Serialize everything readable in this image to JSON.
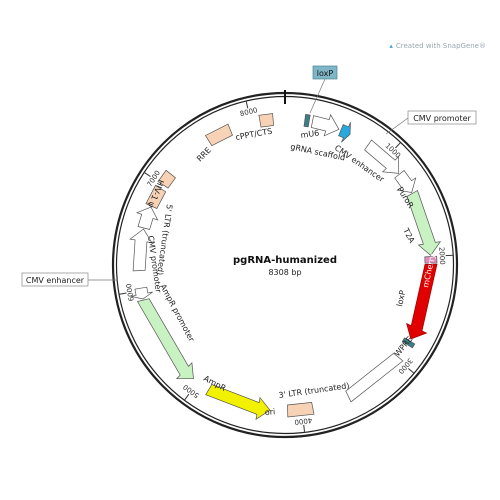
{
  "credit": {
    "prefix": "Created with ",
    "brand": "SnapGene",
    "mark": "®"
  },
  "plasmid": {
    "name": "pgRNA-humanized",
    "size_label": "8308 bp",
    "length_bp": 8308
  },
  "colors": {
    "backbone": "#222222",
    "orange_feature": "#f7d2b5",
    "green_feature": "#c9f2c2",
    "red_feature": "#e00000",
    "yellow_feature": "#f2f200",
    "teal_feature": "#3a7f88",
    "blue_feature": "#29a8e0",
    "pink_feature": "#e08fbd",
    "white_feature": "#ffffff",
    "label_box": "#7fb6c7"
  },
  "ticks": [
    {
      "bp": 1000,
      "label": "1000"
    },
    {
      "bp": 2000,
      "label": "2000"
    },
    {
      "bp": 3000,
      "label": "3000"
    },
    {
      "bp": 4000,
      "label": "4000"
    },
    {
      "bp": 5000,
      "label": "5000"
    },
    {
      "bp": 6000,
      "label": "6000"
    },
    {
      "bp": 7000,
      "label": "7000"
    },
    {
      "bp": 8000,
      "label": "8000"
    }
  ],
  "features": [
    {
      "name": "loxP",
      "start": 180,
      "end": 220,
      "type": "box",
      "color_key": "teal_feature"
    },
    {
      "name": "mU6",
      "start": 250,
      "end": 500,
      "type": "arrow",
      "color_key": "white_feature"
    },
    {
      "name": "gRNA scaffold",
      "start": 520,
      "end": 610,
      "type": "arrow",
      "color_key": "blue_feature"
    },
    {
      "name": "CMV enhancer",
      "start": 800,
      "end": 1180,
      "type": "arrow",
      "color_key": "white_feature"
    },
    {
      "name": "CMV promoter",
      "start": 1190,
      "end": 1390,
      "type": "arrow",
      "color_key": "white_feature"
    },
    {
      "name": "PuroR",
      "start": 1400,
      "end": 1990,
      "type": "arrow",
      "color_key": "green_feature"
    },
    {
      "name": "T2A",
      "start": 2000,
      "end": 2060,
      "type": "box",
      "color_key": "pink_feature"
    },
    {
      "name": "mCherry",
      "start": 2070,
      "end": 2780,
      "type": "arrow",
      "color_key": "red_feature"
    },
    {
      "name": "loxP",
      "start": 2800,
      "end": 2840,
      "type": "box",
      "color_key": "teal_feature"
    },
    {
      "name": "WPRE",
      "start": 2980,
      "end": 3560,
      "type": "box",
      "color_key": "white_feature"
    },
    {
      "name": "3' LTR (truncated)",
      "start": 3900,
      "end": 4130,
      "type": "box",
      "color_key": "orange_feature"
    },
    {
      "name": "ori",
      "start": 4290,
      "end": 4880,
      "type": "arrow_rev",
      "color_key": "yellow_feature"
    },
    {
      "name": "AmpR",
      "start": 5050,
      "end": 5910,
      "type": "arrow_rev",
      "color_key": "green_feature"
    },
    {
      "name": "AmpR promoter",
      "start": 5920,
      "end": 6020,
      "type": "arrow_rev",
      "color_key": "white_feature"
    },
    {
      "name": "CMV enhancer",
      "start": 6180,
      "end": 6560,
      "type": "arrow",
      "color_key": "white_feature"
    },
    {
      "name": "CMV promoter",
      "start": 6570,
      "end": 6770,
      "type": "arrow",
      "color_key": "white_feature"
    },
    {
      "name": "5' LTR (truncated)",
      "start": 6780,
      "end": 6960,
      "type": "box",
      "color_key": "orange_feature"
    },
    {
      "name": "HIV-1 ψ",
      "start": 7000,
      "end": 7120,
      "type": "box",
      "color_key": "orange_feature"
    },
    {
      "name": "RRE",
      "start": 7580,
      "end": 7800,
      "type": "box",
      "color_key": "orange_feature"
    },
    {
      "name": "cPPT/CTS",
      "start": 8080,
      "end": 8200,
      "type": "box",
      "color_key": "orange_feature"
    }
  ],
  "labels": {
    "loxP_box": "loxP",
    "mU6": "mU6",
    "gRNA_scaffold": "gRNA scaffold",
    "CMV_enhancer_inner": "CMV enhancer",
    "CMV_promoter_callout": "CMV promoter",
    "PuroR": "PuroR",
    "T2A": "T2A",
    "mCherry": "mCherry",
    "loxP_inner": "loxP",
    "WPRE": "WPRE",
    "LTR3": "3' LTR (truncated)",
    "ori": "ori",
    "AmpR": "AmpR",
    "AmpR_promoter": "AmpR promoter",
    "CMV_enhancer_callout": "CMV enhancer",
    "CMV_promoter_inner": "CMV promoter",
    "LTR5": "5' LTR (truncated)",
    "HIV": "HIV-1 ψ",
    "RRE": "RRE",
    "cPPT": "cPPT/CTS"
  }
}
